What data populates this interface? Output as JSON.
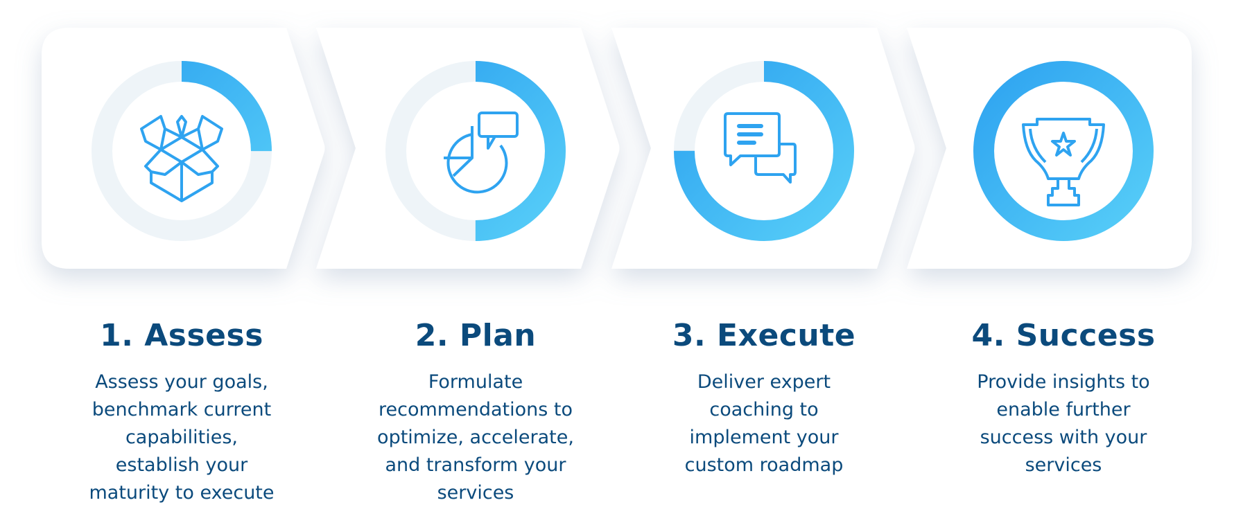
{
  "colors": {
    "ring_start": "#2ea3f0",
    "ring_end": "#57cef8",
    "track": "#eef4f8",
    "text": "#0b4a7c",
    "icon": "#2ea3f0"
  },
  "steps": [
    {
      "title": "1. Assess",
      "icon": "open-box-icon",
      "progress": 0.25,
      "lines": [
        "Assess your goals,",
        "benchmark current",
        "capabilities,",
        "establish your",
        "maturity to execute"
      ]
    },
    {
      "title": "2. Plan",
      "icon": "pie-chart-comment-icon",
      "progress": 0.5,
      "lines": [
        "Formulate",
        "recommendations to",
        "optimize, accelerate,",
        "and transform your",
        "services"
      ]
    },
    {
      "title": "3. Execute",
      "icon": "chat-bubbles-icon",
      "progress": 0.75,
      "lines": [
        "Deliver expert",
        "coaching to",
        "implement your",
        "custom roadmap"
      ]
    },
    {
      "title": "4. Success",
      "icon": "trophy-icon",
      "progress": 1.0,
      "lines": [
        "Provide insights to",
        "enable further",
        "success with your",
        "services"
      ]
    }
  ]
}
